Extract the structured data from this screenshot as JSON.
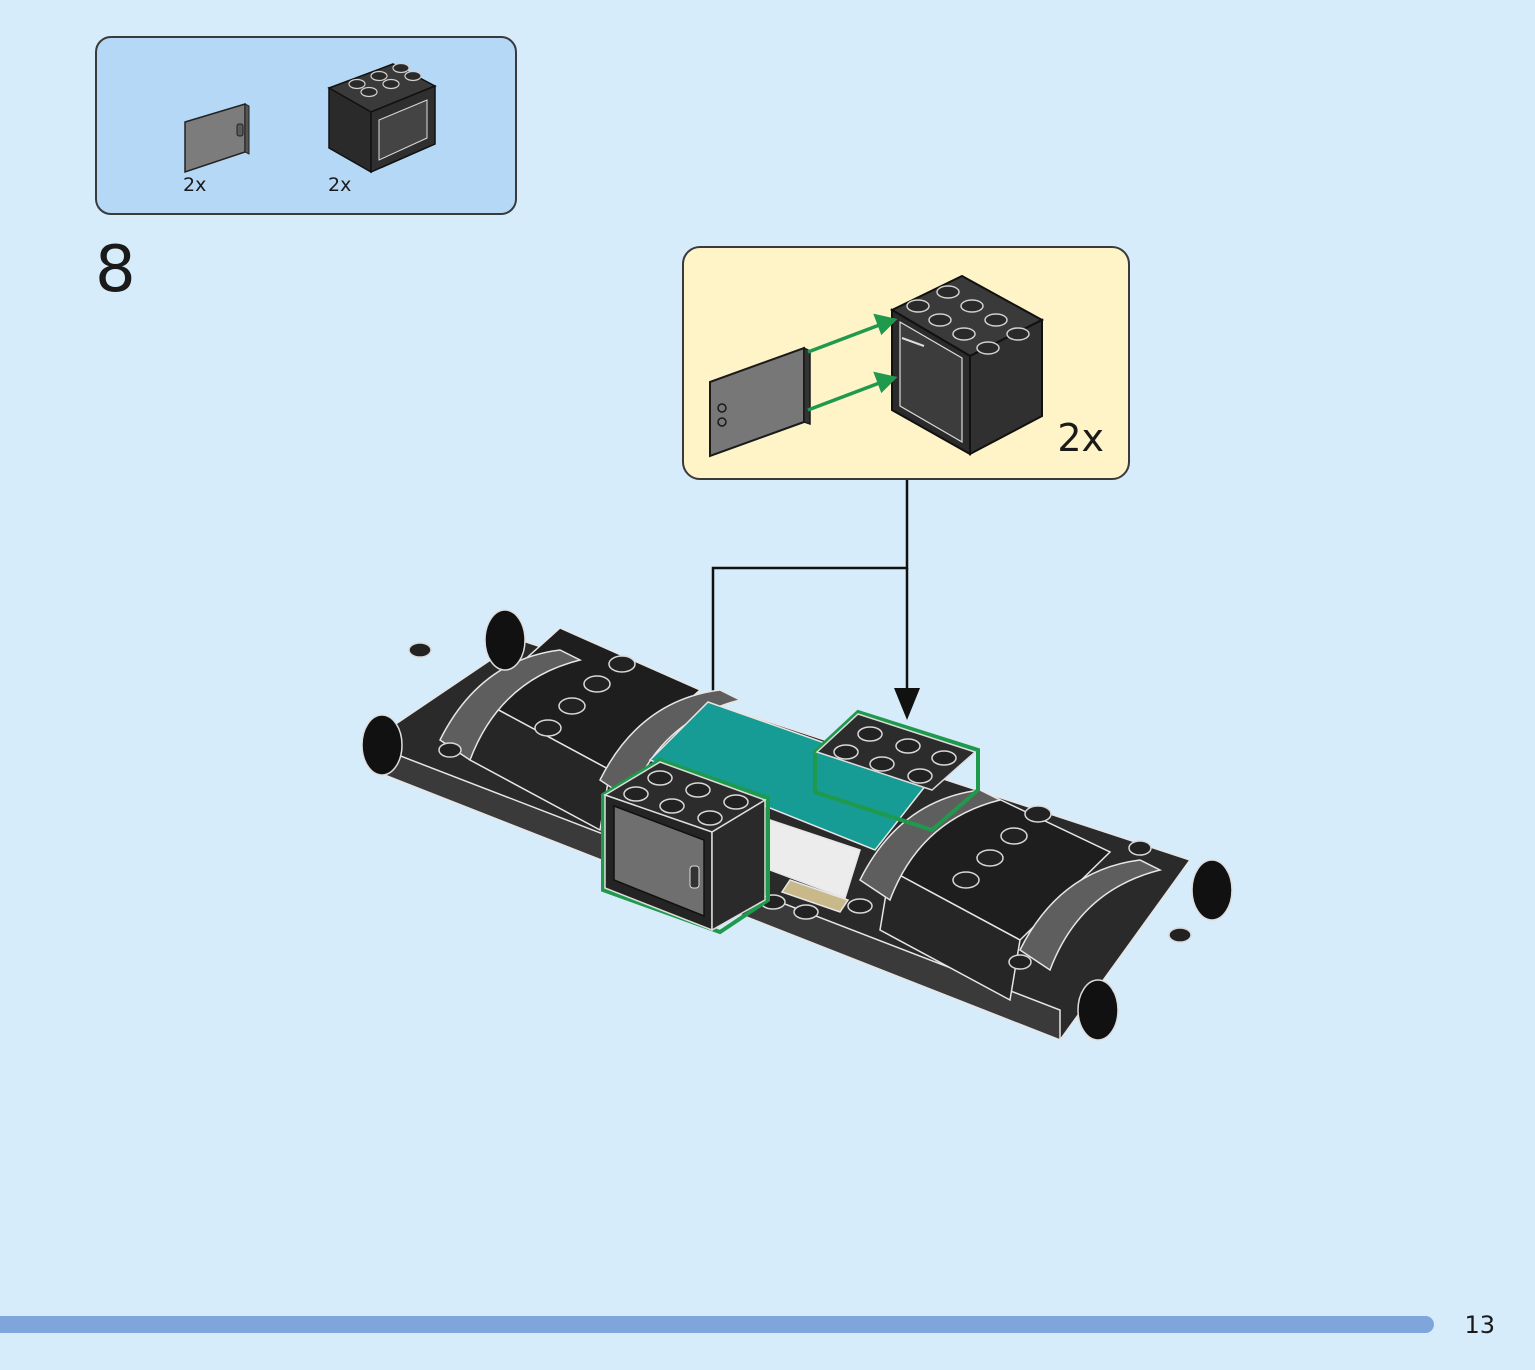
{
  "parts_list": {
    "items": [
      {
        "name": "door-panel",
        "quantity": "2x"
      },
      {
        "name": "cupboard-brick",
        "quantity": "2x"
      }
    ]
  },
  "step": {
    "number": "8"
  },
  "callout": {
    "quantity": "2x"
  },
  "page": {
    "number": "13",
    "progress": 0.934
  },
  "colors": {
    "background": "#d6ecfb",
    "parts_box": "#b4d8f6",
    "callout_box": "#fef4c8",
    "highlight_outline": "#1f9a4c",
    "teal_plate": "#169c94",
    "progress_bar": "#7ea6dd"
  }
}
